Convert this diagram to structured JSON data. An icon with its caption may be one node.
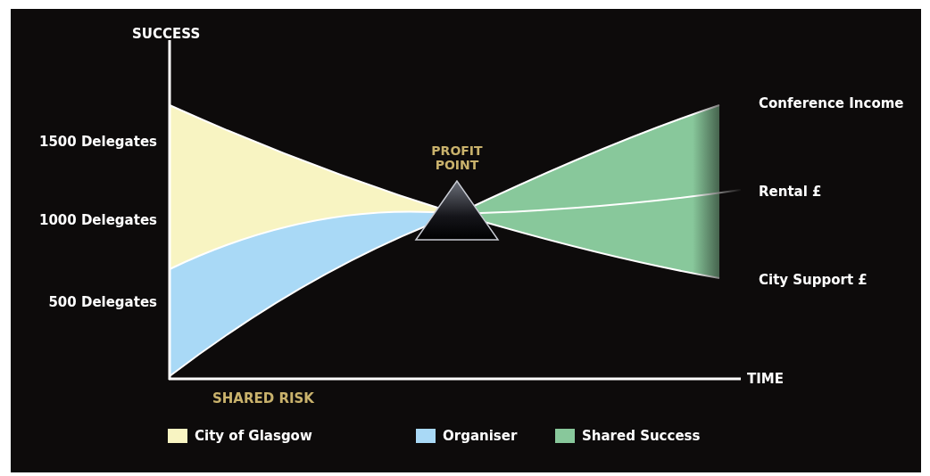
{
  "diagram": {
    "nodes": [
      {
        "text": [
          "PROFIT POINT"
        ]
      }
    ],
    "labels": [
      "SUCCESS",
      "1500 Delegates",
      "1000 Delegates",
      "500 Delegates",
      "TIME",
      "SHARED RISK",
      "Conference Income",
      "Rental £",
      "City Support £"
    ],
    "legend": [
      {
        "text": "City of Glasgow",
        "color": "#f8f4c2"
      },
      {
        "text": "Organiser",
        "color": "#a9d9f6"
      },
      {
        "text": "Shared Success",
        "color": "#88c89b"
      }
    ]
  }
}
